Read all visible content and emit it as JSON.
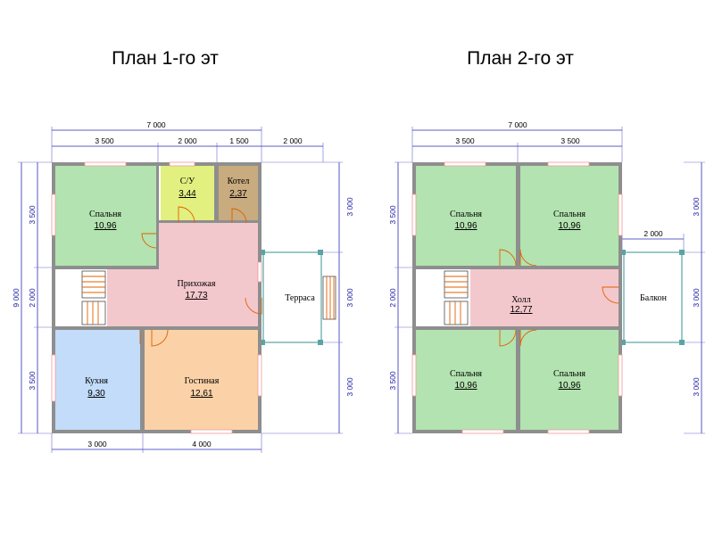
{
  "plans": {
    "first": {
      "title": "План 1-го эт",
      "rooms": {
        "bedroom": {
          "name": "Спальня",
          "area": "10,96"
        },
        "bath": {
          "name": "С/У",
          "area": "3,44"
        },
        "boiler": {
          "name": "Котел",
          "area": "2,37"
        },
        "hall": {
          "name": "Прихожая",
          "area": "17,73"
        },
        "kitchen": {
          "name": "Кухня",
          "area": "9,30"
        },
        "living": {
          "name": "Гостиная",
          "area": "12,61"
        },
        "terrace": {
          "name": "Терраса"
        }
      },
      "dims": {
        "total_top": "7 000",
        "top_1": "3 500",
        "top_2": "2 000",
        "top_3": "1 500",
        "top_4": "2 000",
        "bottom_1": "3 000",
        "bottom_2": "4 000",
        "left_total": "9 000",
        "left_1": "3 500",
        "left_2": "2 000",
        "left_3": "3 500",
        "right_1": "3 000",
        "right_2": "3 000",
        "right_3": "3 000"
      }
    },
    "second": {
      "title": "План 2-го эт",
      "rooms": {
        "bedroom_tl": {
          "name": "Спальня",
          "area": "10,96"
        },
        "bedroom_tr": {
          "name": "Спальня",
          "area": "10,96"
        },
        "hall": {
          "name": "Холл",
          "area": "12,77"
        },
        "bedroom_bl": {
          "name": "Спальня",
          "area": "10,96"
        },
        "bedroom_br": {
          "name": "Спальня",
          "area": "10,96"
        },
        "balcony": {
          "name": "Балкон"
        }
      },
      "dims": {
        "total_top": "7 000",
        "top_1": "3 500",
        "top_2": "3 500",
        "balcony": "2 000",
        "left_1": "3 500",
        "left_2": "2 000",
        "left_3": "3 500",
        "right_1": "3 000",
        "right_2": "3 000",
        "right_3": "3 000"
      }
    }
  },
  "colors": {
    "bedroom": "#b3e3b0",
    "bath": "#e2f080",
    "boiler": "#c8ab7e",
    "hall": "#f3c8cc",
    "kitchen": "#c2dcfa",
    "living": "#fbd2a8"
  }
}
